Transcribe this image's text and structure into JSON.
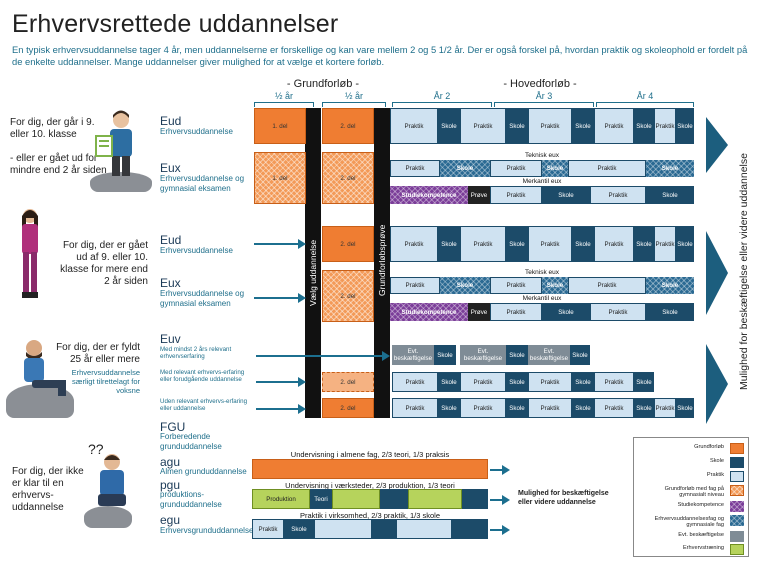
{
  "title": "Erhvervsrettede uddannelser",
  "intro": "En typisk erhvervsuddannelse tager 4 år, men uddannelserne er forskellige og kan vare mellem 2 og 5 1/2 år. Der er også forskel på, hvordan praktik og skoleophold er fordelt på de enkelte uddannelser. Mange uddannelser giver mulighed for at vælge et kortere forløb.",
  "phases": {
    "grund": "- Grundforløb -",
    "hoved": "- Hovedforløb -"
  },
  "ticks": [
    "½ år",
    "½ år",
    "År 2",
    "År 3",
    "År 4"
  ],
  "vertical": {
    "vaelg": "Vælg uddannelse",
    "grundprove": "Grundforløbsprøve",
    "right": "Mulighed for beskæftigelse eller videre uddannelse"
  },
  "questions": {
    "q1a": "For dig, der går i 9. eller 10. klasse",
    "q1b": "- eller er gået ud for mindre end 2 år siden",
    "q2": "For dig, der er gået ud af 9. eller 10. klasse for mere end 2 år siden",
    "q3a": "For dig, der er fyldt 25 år eller mere",
    "q3b": "Erhvervsuddannelse særligt tilrettelagt for voksne",
    "q4": "For dig, der ikke er klar til en erhvervs-uddannelse"
  },
  "programs": {
    "eud1": {
      "name": "Eud",
      "sub": "Erhvervsuddannelse"
    },
    "eux1": {
      "name": "Eux",
      "sub": "Erhvervsuddannelse og gymnasial eksamen"
    },
    "eud2": {
      "name": "Eud",
      "sub": "Erhvervsuddannelse"
    },
    "eux2": {
      "name": "Eux",
      "sub": "Erhvervsuddannelse og gymnasial eksamen"
    },
    "euv": {
      "name": "Euv",
      "s1": "Med mindst 2 års relevant erhvervserfaring",
      "s2": "Med relevant erhvervs-erfaring eller forudgående uddannelse",
      "s3": "Uden relevant erhvervs-erfaring eller uddannelse"
    },
    "fgu": {
      "name": "FGU",
      "sub": "Forberedende grunduddannelse"
    },
    "agu": {
      "name": "agu",
      "sub": "Almen grunduddannelse"
    },
    "pgu": {
      "name": "pgu",
      "sub": "produktions-grunduddannelse"
    },
    "egu": {
      "name": "egu",
      "sub": "Erhvervsgrunduddannelse"
    }
  },
  "labels": {
    "del1": "1. del",
    "del2": "2. del",
    "praktik": "Praktik",
    "skole": "Skole",
    "prove": "Prøve",
    "studie": "Studiekompetence",
    "teknisk": "Teknisk eux",
    "merkantil": "Merkantil eux",
    "besk": "Evt. beskæftigelse",
    "produktion": "Produktion",
    "teori": "Teori",
    "agu_top": "Undervisning i almene fag, 2/3 teori, 1/3 praksis",
    "pgu_top": "Undervisning i værksteder, 2/3 produktion, 1/3 teori",
    "egu_top": "Praktik i virksomhed, 2/3 praktik, 1/3 skole",
    "fgu_out": "Mulighed for beskæftigelse eller videre uddannelse"
  },
  "legend": [
    {
      "label": "Grundforløb",
      "swatch": "grund"
    },
    {
      "label": "Skole",
      "swatch": "skole"
    },
    {
      "label": "Praktik",
      "swatch": "praktik"
    },
    {
      "label": "Grundforløb med fag på gymnasialt niveau",
      "swatch": "grundx"
    },
    {
      "label": "Studiekompetence",
      "swatch": "studie"
    },
    {
      "label": "Erhvervsuddannelsesfag og gymnasiale fag",
      "swatch": "euxfag"
    },
    {
      "label": "Evt. beskæftigelse",
      "swatch": "besk"
    },
    {
      "label": "Erhvervstræning",
      "swatch": "erhverv"
    }
  ],
  "colors": {
    "grund": "#ef7d32",
    "skole": "#1c4b69",
    "praktik": "#cfe2f1",
    "studie": "#7b3e99",
    "besk": "#7f8c96",
    "erhverv": "#b6d35c",
    "arrow": "#1c6f8f"
  }
}
